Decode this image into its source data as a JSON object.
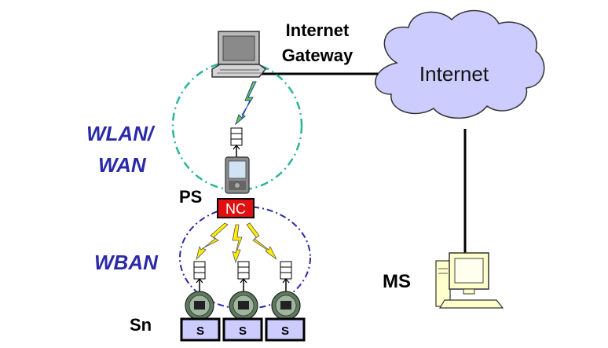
{
  "labels": {
    "gateway_line1": "Internet",
    "gateway_line2": "Gateway",
    "internet": "Internet",
    "wlan_line1": "WLAN/",
    "wlan_line2": "WAN",
    "ps": "PS",
    "nc": "NC",
    "wban": "WBAN",
    "ms": "MS",
    "sn": "Sn"
  },
  "sensors": [
    "S",
    "S",
    "S"
  ],
  "colors": {
    "wlan_ring": "#2bb39a",
    "wban_ring": "#2a2aa8",
    "label_blue": "#2a2aa8",
    "cloud_fill": "#ccccff",
    "nc_fill": "#e01010",
    "sensor_box_fill": "#ccccff",
    "lightning_green": "#66cc33",
    "lightning_yellow": "#ffee00",
    "monitor_fill": "#ffffcc"
  },
  "icons": {
    "gateway": "laptop-icon",
    "cloud": "cloud-icon",
    "ps": "pda-icon",
    "ms": "desktop-computer-icon",
    "sensor_node": "sensor-node-icon",
    "link": "lightning-link-icon",
    "stack": "protocol-stack-icon"
  }
}
